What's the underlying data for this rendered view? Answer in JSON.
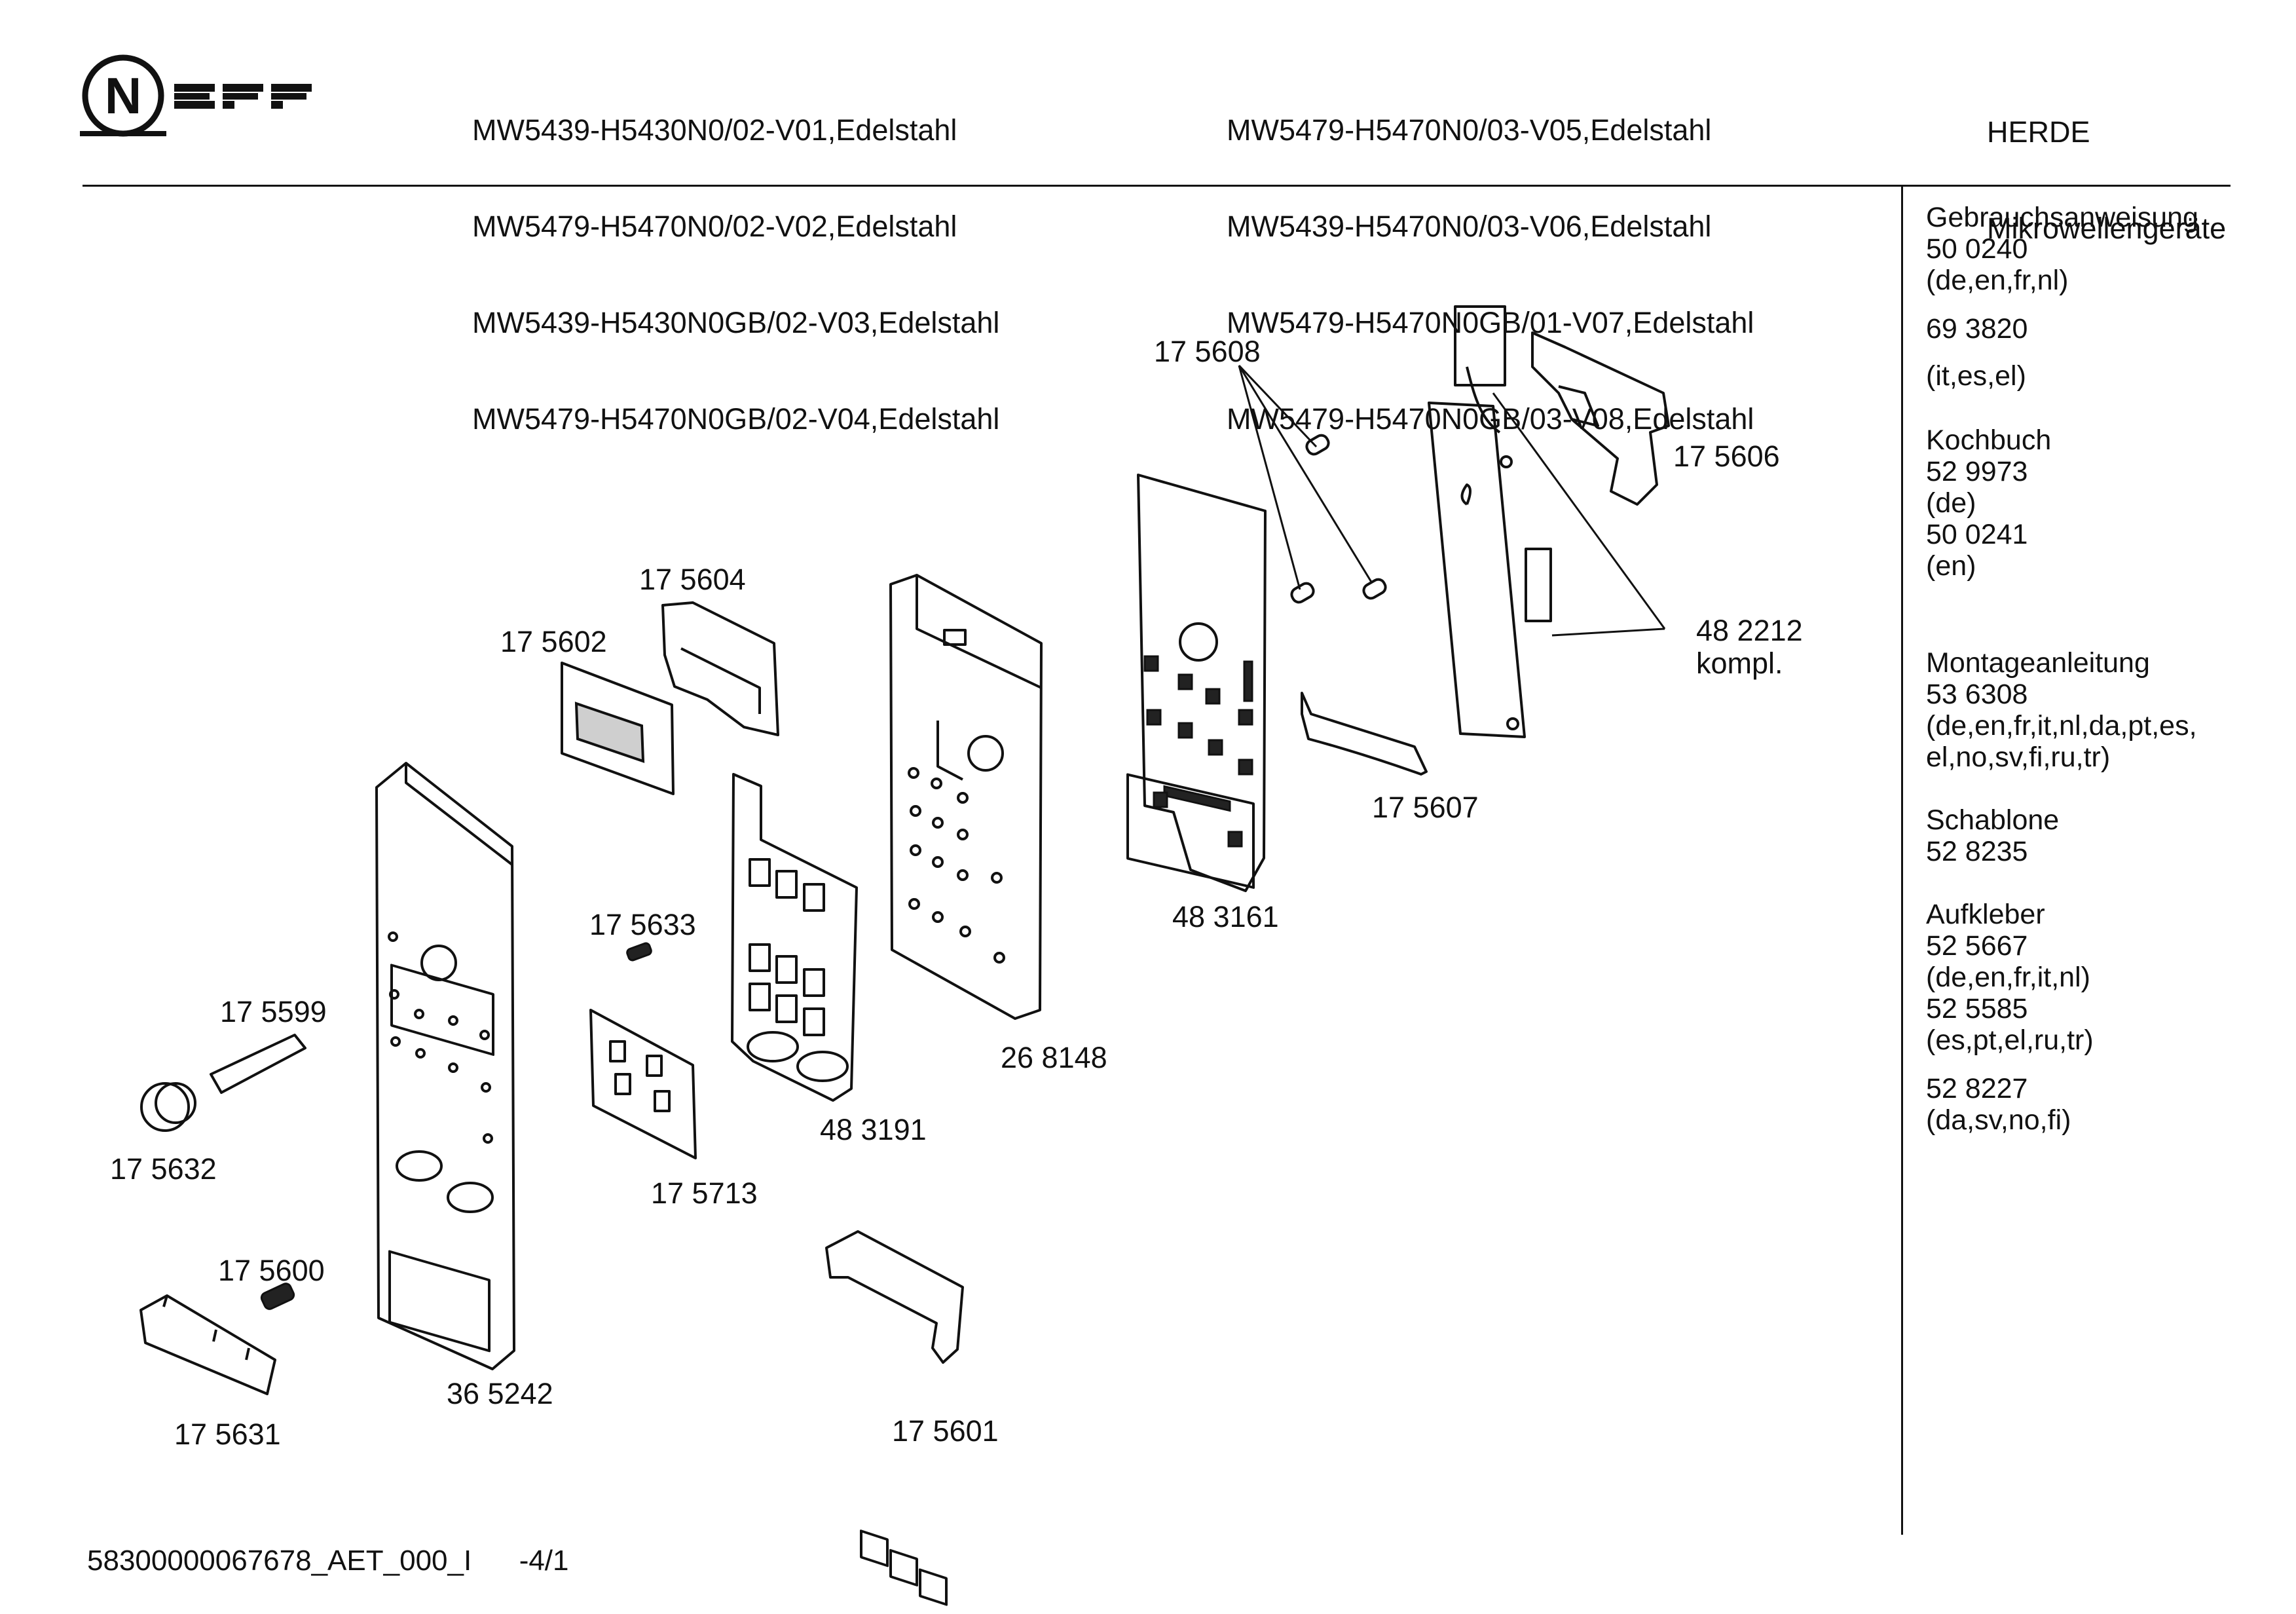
{
  "logo": {
    "text": "NEFF"
  },
  "models_left": [
    "MW5439-H5430N0/02-V01,Edelstahl",
    "MW5479-H5470N0/02-V02,Edelstahl",
    "MW5439-H5430N0GB/02-V03,Edelstahl",
    "MW5479-H5470N0GB/02-V04,Edelstahl"
  ],
  "models_right": [
    "MW5479-H5470N0/03-V05,Edelstahl",
    "MW5439-H5470N0/03-V06,Edelstahl",
    "MW5479-H5470N0GB/01-V07,Edelstahl",
    "MW5479-H5470N0GB/03-V08,Edelstahl"
  ],
  "category": {
    "line1": "HERDE",
    "line2": "Mikrowellengeräte"
  },
  "sidebar": [
    "Gebrauchsanweisung\n50 0240\n(de,en,fr,nl)",
    "69 3820",
    "(it,es,el)",
    "Kochbuch\n52 9973\n(de)\n50 0241\n(en)",
    "Montageanleitung\n53 6308\n(de,en,fr,it,nl,da,pt,es,\nel,no,sv,fi,ru,tr)",
    "Schablone\n52 8235",
    "Aufkleber\n52 5667\n(de,en,fr,it,nl)\n52 5585\n(es,pt,el,ru,tr)",
    "52 8227\n(da,sv,no,fi)"
  ],
  "parts": [
    "17 5608",
    "17 5606",
    "17 5604",
    "17 5602",
    "48 2212",
    "kompl.",
    "17 5607",
    "48 3161",
    "17 5633",
    "17 5599",
    "26 8148",
    "48 3191",
    "17 5632",
    "17 5713",
    "17 5600",
    "36 5242",
    "17 5631",
    "17 5601"
  ],
  "footer": {
    "code": "58300000067678_AET_000_I",
    "page": "-4/1"
  }
}
